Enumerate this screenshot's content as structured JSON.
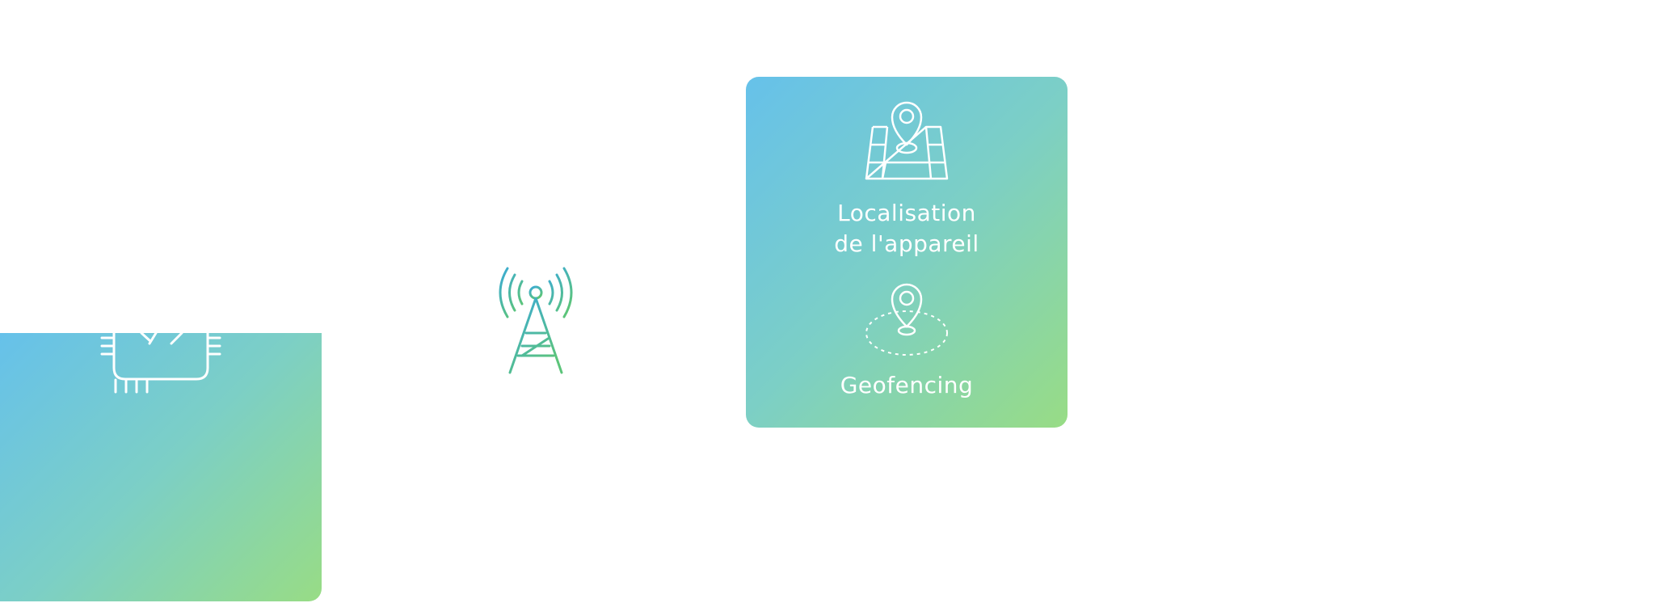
{
  "card": {
    "feature_1": {
      "line1": "Localisation",
      "line2": "de l'appareil",
      "icon": "map-pin-icon"
    },
    "feature_2": {
      "label": "Geofencing",
      "icon": "geofence-pin-icon"
    }
  },
  "icons": {
    "chip": "chip-icon",
    "tower": "antenna-tower-icon"
  },
  "colors": {
    "gradient_start": "#66c1ea",
    "gradient_end": "#98dc85",
    "tower_blue": "#3aaad8",
    "tower_green": "#5cc47a"
  }
}
